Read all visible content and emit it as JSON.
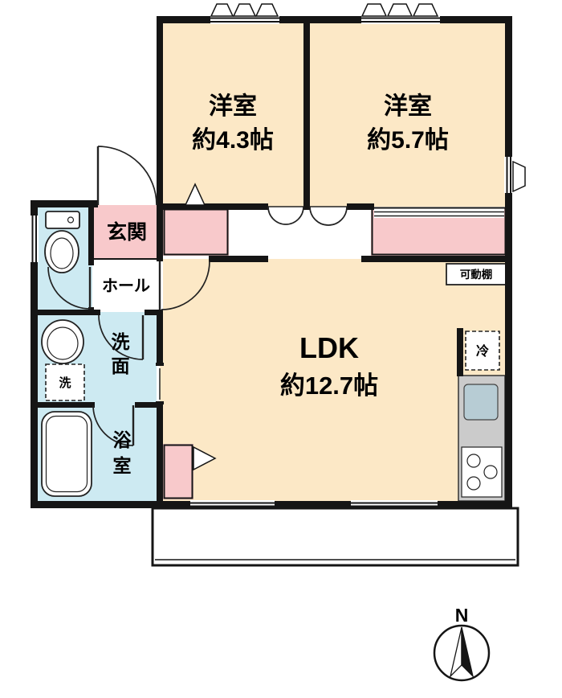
{
  "plan": {
    "rooms": {
      "bedroom1": {
        "line1": "洋室",
        "line2": "約4.3帖"
      },
      "bedroom2": {
        "line1": "洋室",
        "line2": "約5.7帖"
      },
      "ldk": {
        "line1": "LDK",
        "line2": "約12.7帖"
      },
      "entrance": {
        "label": "玄関"
      },
      "hall": {
        "label": "ホール"
      },
      "washroom": {
        "char1": "洗",
        "char2": "面"
      },
      "bathroom": {
        "char1": "浴",
        "char2": "室"
      }
    },
    "fixtures": {
      "washer_label": "洗",
      "shelf_label": "可動棚",
      "fridge_label": "冷"
    },
    "compass": {
      "north_label": "N"
    },
    "colors": {
      "wall": "#151515",
      "room_cream": "#FCE8C6",
      "accent_pink": "#F8C9CB",
      "wet_area_blue": "#CDEAF2",
      "counter_gray": "#CBCBCB",
      "sink_gray": "#B7CCD4"
    }
  }
}
